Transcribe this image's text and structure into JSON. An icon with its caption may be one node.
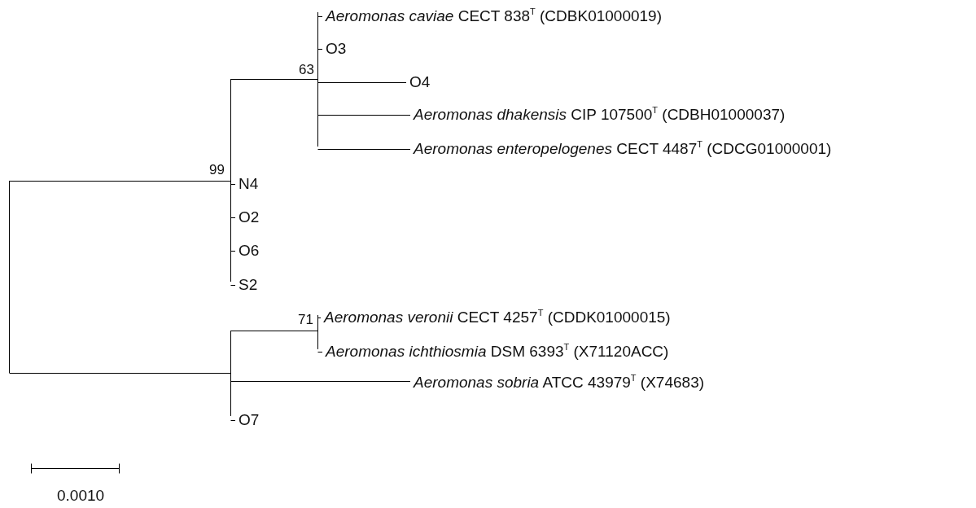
{
  "diagram": {
    "nodes": [
      {
        "text": [],
        "shape": "bar"
      },
      {
        "text": [],
        "shape": "bar"
      },
      {
        "text": [],
        "shape": "bar"
      },
      {
        "text": [
          "*Aeromonas caviae* CECT 838$^{T}$ (CDBK01000019)"
        ]
      },
      {
        "text": [
          "O3"
        ]
      },
      {
        "text": [
          "O4"
        ]
      },
      {
        "text": [
          "*Aeromonas dhakensis* CIP 107500$^{T}$ (CDBH01000037)"
        ]
      },
      {
        "text": [
          "*Aeromonas enteropelogenes* CECT 4487$^{T}$ (CDCG01000001)"
        ]
      },
      {
        "text": [
          "N4"
        ]
      },
      {
        "text": [
          "O2"
        ]
      },
      {
        "text": [
          "O6"
        ]
      },
      {
        "text": [
          "S2"
        ]
      },
      {
        "text": [],
        "shape": "bar"
      },
      {
        "text": [],
        "shape": "bar"
      },
      {
        "text": [
          "*Aeromonas veronii* CECT 4257$^{T}$ (CDDK01000015)"
        ]
      },
      {
        "text": [
          "*Aeromonas ichthiosmia* DSM 6393$^{T}$ (X71120ACC)"
        ]
      },
      {
        "text": [
          "*Aeromonas sobria* ATCC 43979$^{T}$ (X74683)"
        ]
      },
      {
        "text": [
          "O7"
        ]
      }
    ],
    "edges": [
      {
        "from": 0,
        "to": 1,
        "arrow": "none"
      },
      {
        "from": 1,
        "to": 2,
        "arrow": "none"
      },
      {
        "from": 2,
        "to": 3,
        "arrow": "none"
      },
      {
        "from": 2,
        "to": 4,
        "arrow": "none"
      },
      {
        "from": 2,
        "to": 5,
        "arrow": "none"
      },
      {
        "from": 2,
        "to": 6,
        "arrow": "none"
      },
      {
        "from": 2,
        "to": 7,
        "arrow": "none"
      },
      {
        "from": 1,
        "to": 8,
        "arrow": "none"
      },
      {
        "from": 1,
        "to": 9,
        "arrow": "none"
      },
      {
        "from": 1,
        "to": 10,
        "arrow": "none"
      },
      {
        "from": 1,
        "to": 11,
        "arrow": "none"
      },
      {
        "from": 0,
        "to": 12,
        "arrow": "none"
      },
      {
        "from": 12,
        "to": 13,
        "arrow": "none"
      },
      {
        "from": 13,
        "to": 14,
        "arrow": "none"
      },
      {
        "from": 13,
        "to": 15,
        "arrow": "none"
      },
      {
        "from": 12,
        "to": 16,
        "arrow": "none"
      },
      {
        "from": 12,
        "to": 17,
        "arrow": "none"
      }
    ],
    "labels": [
      "63",
      "99",
      "71",
      "0.0010"
    ]
  }
}
